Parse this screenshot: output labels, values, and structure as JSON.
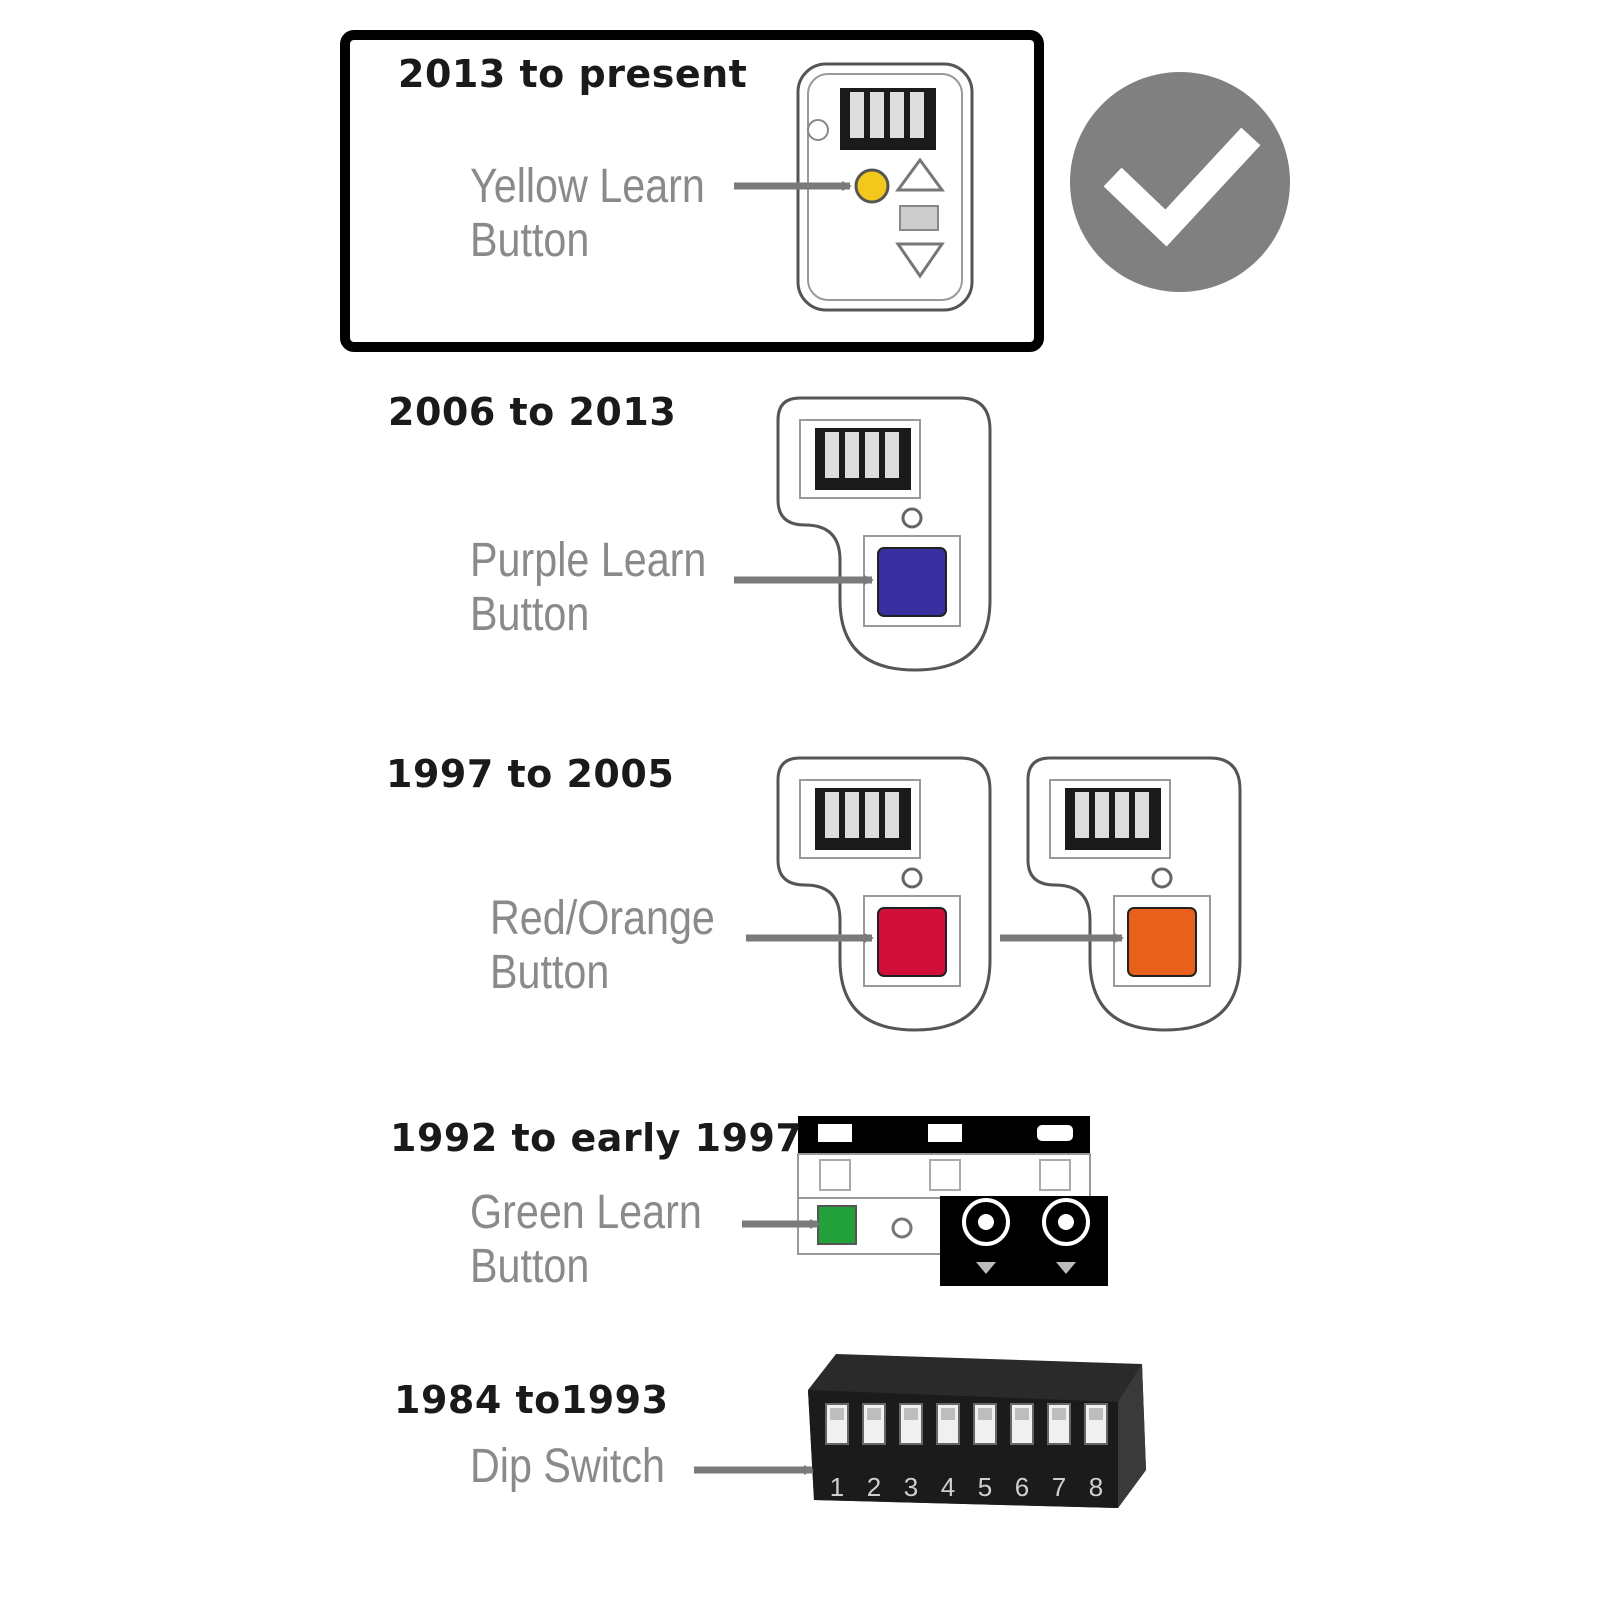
{
  "sections": [
    {
      "era": "2013 to present",
      "label_line1": "Yellow Learn",
      "label_line2": "Button",
      "button_color": "#f2c81c",
      "selected": true
    },
    {
      "era": "2006 to 2013",
      "label_line1": "Purple Learn",
      "label_line2": "Button",
      "button_color": "#3a2fa0"
    },
    {
      "era": "1997 to 2005",
      "label_line1": "Red/Orange",
      "label_line2": "Button",
      "button_colors": [
        "#d0103a",
        "#e8601c"
      ]
    },
    {
      "era": "1992 to early 1997",
      "label_line1": "Green Learn",
      "label_line2": "Button",
      "button_color": "#22a03a"
    },
    {
      "era": "1984 to1993",
      "label_line1": "Dip Switch",
      "label_line2": ""
    }
  ],
  "dip_numbers": [
    "1",
    "2",
    "3",
    "4",
    "5",
    "6",
    "7",
    "8"
  ],
  "check_badge_color": "#808080",
  "icons": [
    "check-circle-icon",
    "arrow-right-icon"
  ]
}
